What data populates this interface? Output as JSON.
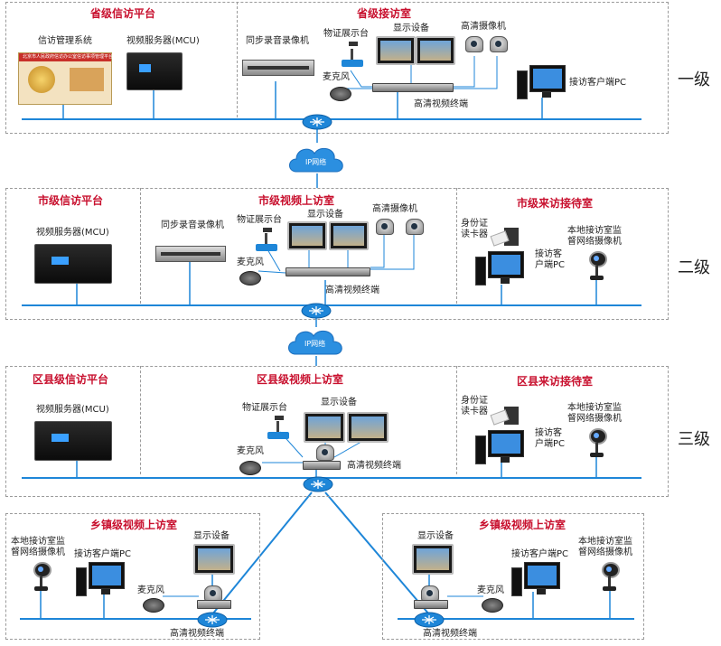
{
  "levels": {
    "l1": "一级",
    "l2": "二级",
    "l3": "三级"
  },
  "network": {
    "ip": "IP网络"
  },
  "provincial": {
    "platform_title": "省级信访平台",
    "petition_system": "信访管理系统",
    "petition_system_banner": "北京市人民政府信访办公室信访事项管理平台",
    "mcu": "视频服务器(MCU)",
    "recorder": "同步录音录像机",
    "room_title": "省级接访室",
    "doc_camera": "物证展示台",
    "display": "显示设备",
    "hd_camera": "高清摄像机",
    "mic": "麦克风",
    "terminal": "高清视频终端",
    "client_pc": "接访客户端PC"
  },
  "city": {
    "platform_title": "市级信访平台",
    "mcu": "视频服务器(MCU)",
    "room_title": "市级视频上访室",
    "recorder": "同步录音录像机",
    "doc_camera": "物证展示台",
    "display": "显示设备",
    "hd_camera": "高清摄像机",
    "mic": "麦克风",
    "terminal": "高清视频终端",
    "reception_title": "市级来访接待室",
    "id_reader_1": "身份证",
    "id_reader_2": "读卡器",
    "client_pc_1": "接访客",
    "client_pc_2": "户端PC",
    "monitor_cam_1": "本地接访室监",
    "monitor_cam_2": "督网络摄像机"
  },
  "county": {
    "platform_title": "区县级信访平台",
    "mcu": "视频服务器(MCU)",
    "room_title": "区县级视频上访室",
    "doc_camera": "物证展示台",
    "display": "显示设备",
    "mic": "麦克风",
    "terminal": "高清视频终端",
    "reception_title": "区县来访接待室",
    "id_reader_1": "身份证",
    "id_reader_2": "读卡器",
    "client_pc_1": "接访客",
    "client_pc_2": "户端PC",
    "monitor_cam_1": "本地接访室监",
    "monitor_cam_2": "督网络摄像机"
  },
  "town_left": {
    "title": "乡镇级视频上访室",
    "monitor_cam_1": "本地接访室监",
    "monitor_cam_2": "督网络摄像机",
    "client_pc": "接访客户端PC",
    "display": "显示设备",
    "mic": "麦克风",
    "terminal": "高清视频终端"
  },
  "town_right": {
    "title": "乡镇级视频上访室",
    "display": "显示设备",
    "client_pc": "接访客户端PC",
    "monitor_cam_1": "本地接访室监",
    "monitor_cam_2": "督网络摄像机",
    "mic": "麦克风",
    "terminal": "高清视频终端"
  },
  "colors": {
    "title_red": "#c8102e",
    "network_blue": "#1e86d8",
    "border_gray": "#9a9a9a"
  }
}
